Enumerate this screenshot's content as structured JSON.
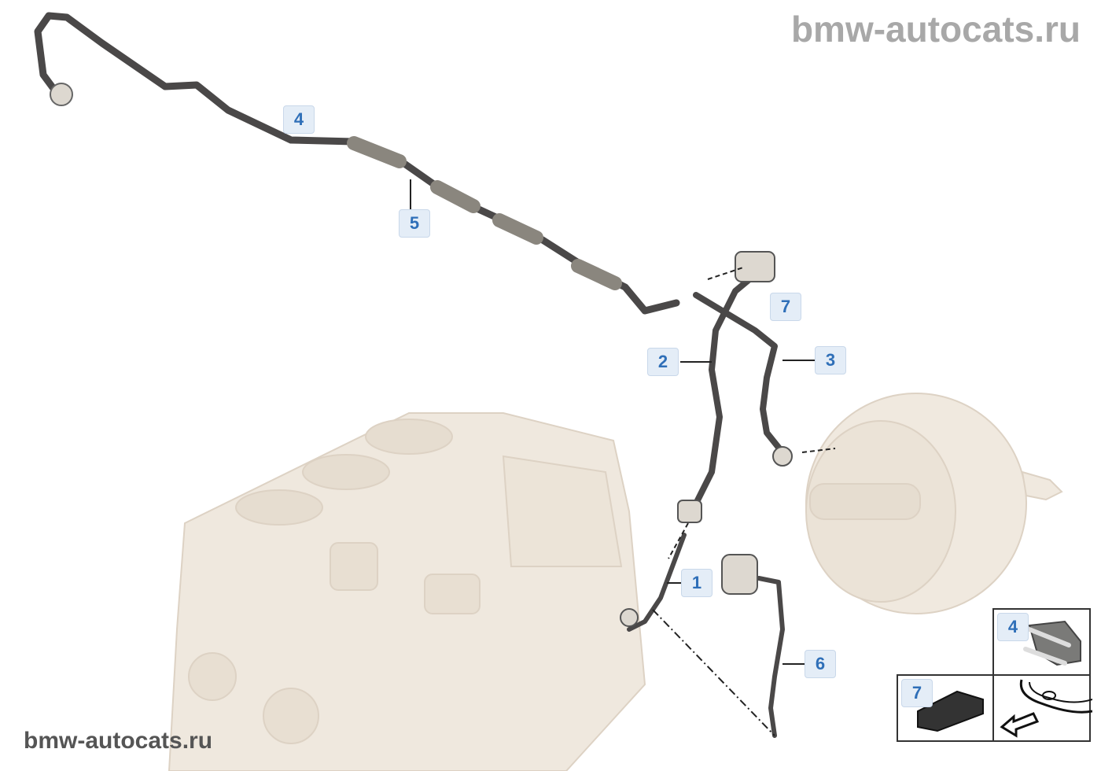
{
  "watermarks": {
    "top": "bmw-autocats.ru",
    "bottom": "bmw-autocats.ru"
  },
  "callouts": [
    {
      "id": "4",
      "label": "4"
    },
    {
      "id": "5",
      "label": "5"
    },
    {
      "id": "7",
      "label": "7"
    },
    {
      "id": "2",
      "label": "2"
    },
    {
      "id": "3",
      "label": "3"
    },
    {
      "id": "1",
      "label": "1"
    },
    {
      "id": "6",
      "label": "6"
    }
  ],
  "insets": [
    {
      "id": "clip",
      "label": "4"
    },
    {
      "id": "cap",
      "label": "7"
    },
    {
      "id": "direction",
      "label": ""
    }
  ],
  "colors": {
    "callout_text": "#2f6fb8",
    "callout_bg": "#e4edf7",
    "pipe": "#4a4848",
    "engine": "#ede6dc"
  }
}
